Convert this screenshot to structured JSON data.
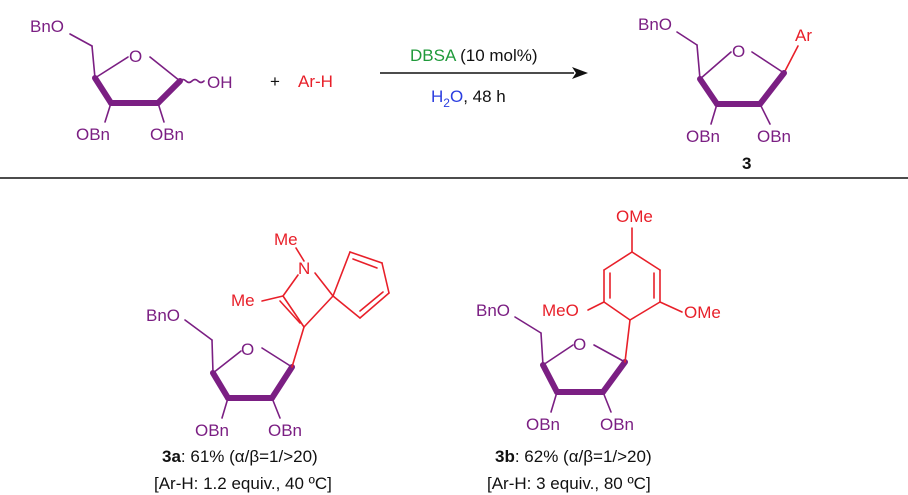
{
  "reaction": {
    "sm_labels": {
      "bno": "BnO",
      "o": "O",
      "oh": "OH",
      "obn1": "OBn",
      "obn2": "OBn"
    },
    "plus": "+",
    "arh": "Ar-H",
    "catalyst_name": "DBSA",
    "catalyst_loading": " (10 mol%)",
    "solvent_h": "H",
    "solvent_sub": "2",
    "solvent_o": "O",
    "conditions_time": ", 48 h",
    "prod_labels": {
      "bno": "BnO",
      "o": "O",
      "ar": "Ar",
      "obn1": "OBn",
      "obn2": "OBn"
    },
    "product_number": "3"
  },
  "product_3a": {
    "labels": {
      "bno": "BnO",
      "o": "O",
      "obn1": "OBn",
      "obn2": "OBn",
      "n": "N",
      "nme": "Me",
      "me": "Me"
    },
    "caption_id": "3a",
    "caption_yield": ": 61% (α/β=1/>20)",
    "caption_conditions": "[Ar-H: 1.2 equiv., 40 ºC]"
  },
  "product_3b": {
    "labels": {
      "bno": "BnO",
      "o": "O",
      "obn1": "OBn",
      "obn2": "OBn",
      "ome_top": "OMe",
      "meo": "MeO",
      "ome_right": "OMe"
    },
    "caption_id": "3b",
    "caption_yield": ": 62% (α/β=1/>20)",
    "caption_conditions": "[Ar-H: 3 equiv., 80 ºC]"
  },
  "colors": {
    "sugar": "#7B1F83",
    "aryl": "#E8202A",
    "catalyst": "#1F9A3A",
    "solvent": "#2B3EE0",
    "text": "#111111"
  }
}
